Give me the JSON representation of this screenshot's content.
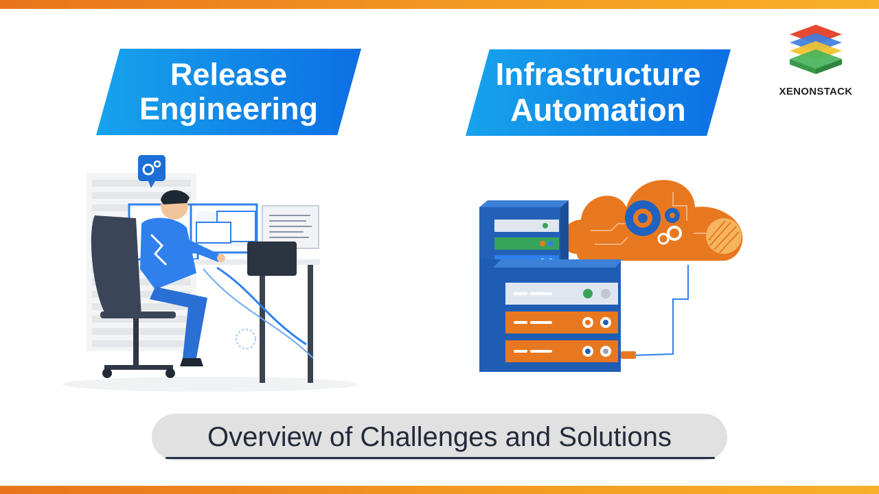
{
  "banners": {
    "left": {
      "line1": "Release",
      "line2": "Engineering"
    },
    "right": {
      "line1": "Infrastructure",
      "line2": "Automation"
    }
  },
  "logo": {
    "name": "XENONSTACK"
  },
  "footer": {
    "title": "Overview of Challenges and Solutions"
  },
  "colors": {
    "accent_orange": "#f39a22",
    "banner_blue": "#0d6fe4",
    "banner_cyan": "#16a3ec",
    "server_orange": "#e8781f",
    "server_blue": "#2361b8"
  },
  "icons": [
    "gear-icon",
    "xenonstack-logo-icon",
    "cloud-icon",
    "server-icon"
  ]
}
